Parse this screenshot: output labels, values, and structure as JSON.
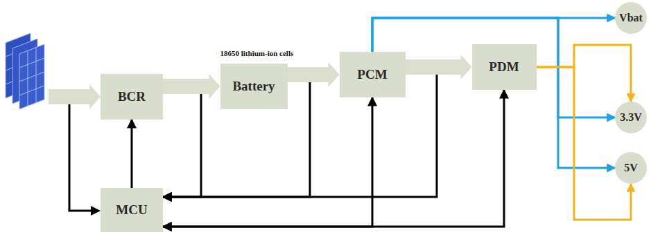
{
  "diagram": {
    "nodes": [
      {
        "text": [
          "BCR"
        ]
      },
      {
        "text": [
          "18650 lithium-ion cells",
          "Battery"
        ]
      },
      {
        "text": [
          "PCM"
        ]
      },
      {
        "text": [
          "PDM"
        ]
      },
      {
        "text": [
          "MCU"
        ]
      },
      {
        "text": [
          "Vbat"
        ]
      },
      {
        "text": [
          "3.3V"
        ]
      },
      {
        "text": [
          "5V"
        ]
      }
    ],
    "edges": [
      {
        "from": 0,
        "to": 1,
        "arrow": "to"
      },
      {
        "from": 1,
        "to": 2,
        "arrow": "to"
      },
      {
        "from": 2,
        "to": 3,
        "arrow": "to"
      },
      {
        "from": 4,
        "to": 0,
        "arrow": "to"
      },
      {
        "from": 0,
        "to": 4,
        "arrow": "to"
      },
      {
        "from": 1,
        "to": 4,
        "arrow": "to"
      },
      {
        "from": 2,
        "to": 4,
        "arrow": "to"
      },
      {
        "from": 4,
        "to": 2,
        "arrow": "both"
      },
      {
        "from": 4,
        "to": 3,
        "arrow": "both"
      },
      {
        "from": 2,
        "to": 5,
        "arrow": "to"
      },
      {
        "from": 2,
        "to": 6,
        "arrow": "to"
      },
      {
        "from": 2,
        "to": 7,
        "arrow": "to"
      },
      {
        "from": 3,
        "to": 6,
        "arrow": "to"
      },
      {
        "from": 3,
        "to": 7,
        "arrow": "to"
      }
    ]
  }
}
